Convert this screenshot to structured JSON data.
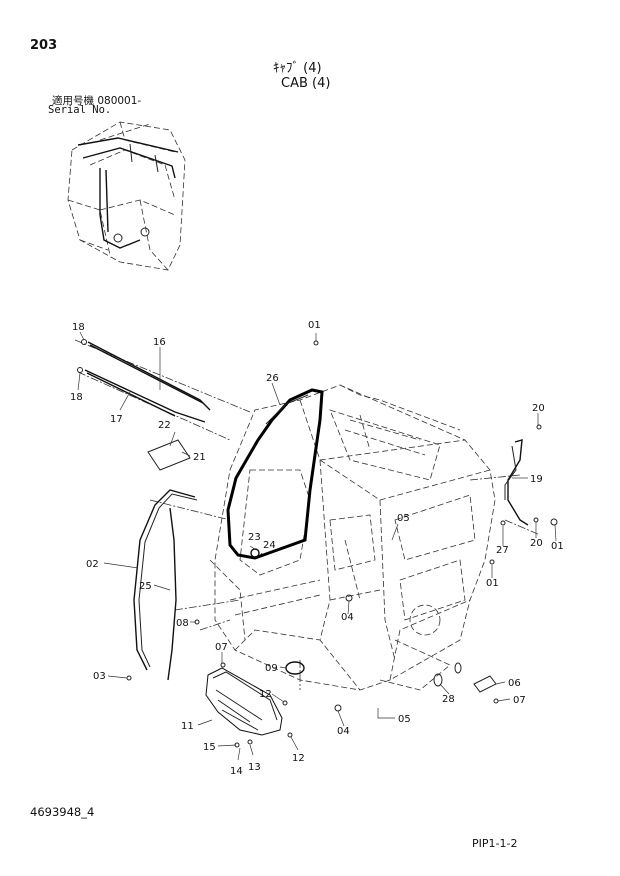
{
  "header": {
    "page_number": "203",
    "title_jp": "ｷｬﾌﾞ (4)",
    "title_en": "CAB (4)",
    "serial_label_jp": "適用号機 080001-",
    "serial_label_en": "Serial No."
  },
  "footer": {
    "drawing_number": "4693948_4",
    "page_reference": "PIP1-1-2"
  },
  "callouts": [
    "01",
    "16",
    "18",
    "18",
    "26",
    "17",
    "22",
    "21",
    "20",
    "19",
    "05",
    "27",
    "20",
    "01",
    "01",
    "02",
    "23",
    "24",
    "25",
    "08",
    "04",
    "07",
    "09",
    "12",
    "11",
    "15",
    "14",
    "13",
    "12",
    "04",
    "05",
    "06",
    "28",
    "07",
    "03"
  ]
}
